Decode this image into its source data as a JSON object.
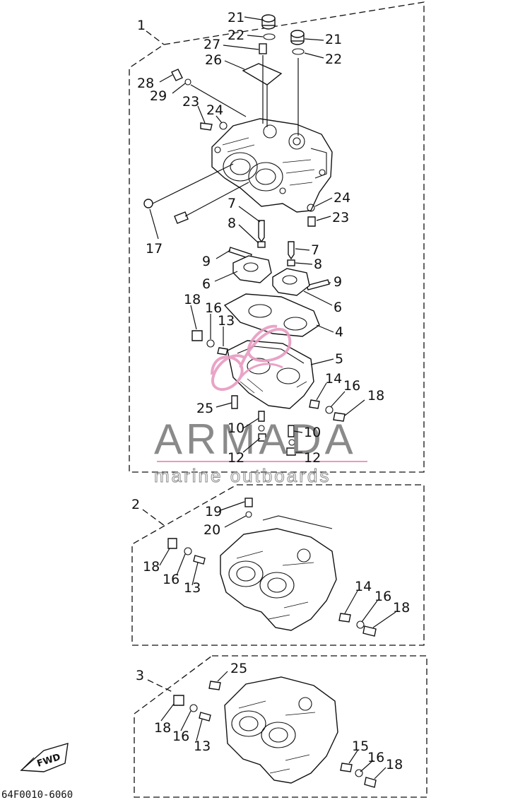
{
  "diagram": {
    "code": "64F0010-6060",
    "fwd_label": "FWD",
    "group_labels": [
      "1",
      "2",
      "3"
    ],
    "watermark": {
      "brand": "ARMADA",
      "tagline": "marine outboards",
      "colors": {
        "logo": "#e79bc0",
        "text": "#8a8a8a"
      }
    },
    "callouts": [
      {
        "n": "21"
      },
      {
        "n": "22"
      },
      {
        "n": "21"
      },
      {
        "n": "22"
      },
      {
        "n": "27"
      },
      {
        "n": "26"
      },
      {
        "n": "28"
      },
      {
        "n": "29"
      },
      {
        "n": "23"
      },
      {
        "n": "24"
      },
      {
        "n": "24"
      },
      {
        "n": "23"
      },
      {
        "n": "17"
      },
      {
        "n": "7"
      },
      {
        "n": "8"
      },
      {
        "n": "7"
      },
      {
        "n": "8"
      },
      {
        "n": "9"
      },
      {
        "n": "6"
      },
      {
        "n": "9"
      },
      {
        "n": "6"
      },
      {
        "n": "18"
      },
      {
        "n": "16"
      },
      {
        "n": "13"
      },
      {
        "n": "4"
      },
      {
        "n": "5"
      },
      {
        "n": "14"
      },
      {
        "n": "16"
      },
      {
        "n": "18"
      },
      {
        "n": "25"
      },
      {
        "n": "10"
      },
      {
        "n": "12"
      },
      {
        "n": "10"
      },
      {
        "n": "12"
      },
      {
        "n": "19"
      },
      {
        "n": "20"
      },
      {
        "n": "18"
      },
      {
        "n": "16"
      },
      {
        "n": "13"
      },
      {
        "n": "14"
      },
      {
        "n": "16"
      },
      {
        "n": "18"
      },
      {
        "n": "25"
      },
      {
        "n": "18"
      },
      {
        "n": "16"
      },
      {
        "n": "13"
      },
      {
        "n": "15"
      },
      {
        "n": "16"
      },
      {
        "n": "18"
      }
    ]
  }
}
